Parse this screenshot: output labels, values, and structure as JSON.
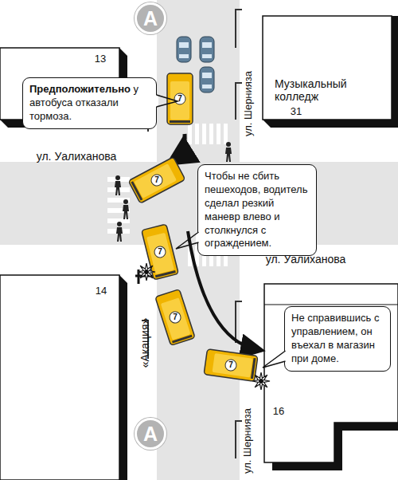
{
  "diagram": {
    "nodes": [
      {
        "text": [
          "A"
        ]
      },
      {
        "text": [
          "Предположительно",
          "у автобуса отказали тормоза."
        ]
      },
      {
        "text": [
          "Чтобы не сбить пешеходов, водитель сделал резкий маневр влево и столкнулся с ограждением."
        ]
      },
      {
        "text": [
          "Не справившись с управлением, он въехал в магазин при доме."
        ]
      },
      {
        "text": [
          "A"
        ]
      }
    ],
    "labels": [
      "13",
      "31",
      "Музыкальный колледж",
      "ул. Шернияза",
      "ул. Уалиханова",
      "7",
      "7",
      "7",
      "ул. Уалиханова",
      "14",
      "«Акация»",
      "7",
      "7",
      "ул. Шернияза",
      "16"
    ]
  }
}
